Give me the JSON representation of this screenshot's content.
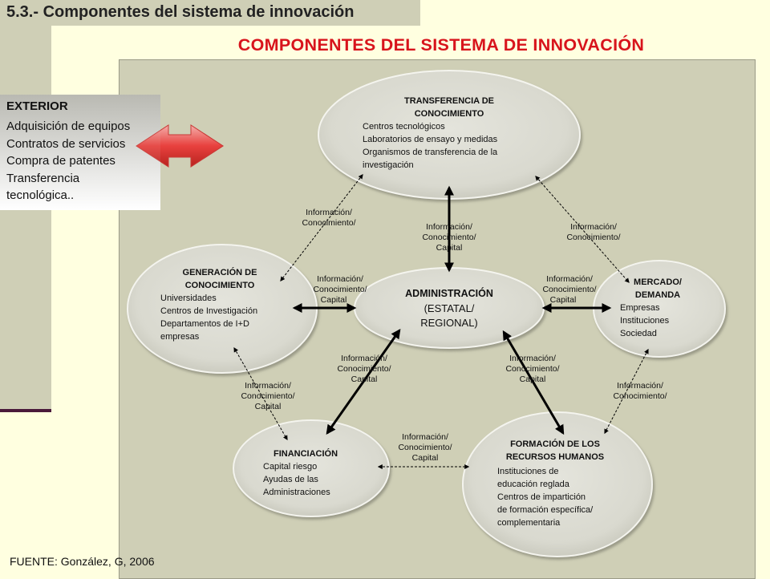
{
  "header": {
    "section_title": "5.3.- Componentes del sistema de innovación"
  },
  "main_title": "COMPONENTES DEL SISTEMA DE INNOVACIÓN",
  "exterior": {
    "title": "EXTERIOR",
    "items": [
      "Adquisición de equipos",
      "Contratos de servicios",
      "Compra de patentes",
      "Transferencia",
      "tecnológica.."
    ]
  },
  "nodes": {
    "transferencia": {
      "title": [
        "TRANSFERENCIA DE",
        "CONOCIMIENTO"
      ],
      "items": [
        "Centros tecnológicos",
        "Laboratorios de ensayo y medidas",
        "Organismos de transferencia de la",
        "investigación"
      ]
    },
    "generacion": {
      "title": [
        "GENERACIÓN DE",
        "CONOCIMIENTO"
      ],
      "items": [
        "Universidades",
        "Centros de Investigación",
        "Departamentos de I+D",
        "empresas"
      ]
    },
    "administracion": {
      "title": "ADMINISTRACIÓN",
      "items": [
        "(ESTATAL/",
        "REGIONAL)"
      ]
    },
    "mercado": {
      "title": [
        "MERCADO/",
        "DEMANDA"
      ],
      "items": [
        "Empresas",
        "Instituciones",
        "Sociedad"
      ]
    },
    "financiacion": {
      "title": "FINANCIACIÓN",
      "items": [
        "Capital riesgo",
        "Ayudas de las",
        "Administraciones"
      ]
    },
    "formacion": {
      "title": [
        "FORMACIÓN DE LOS",
        "RECURSOS HUMANOS"
      ],
      "items": [
        "Instituciones de",
        "educación reglada",
        "Centros de impartición",
        "de formación específica/",
        "complementaria"
      ]
    }
  },
  "flow_labels": {
    "two_part": [
      "Información/",
      "Conocimiento/"
    ],
    "three_part": [
      "Información/",
      "Conocimiento/",
      "Capital"
    ]
  },
  "source": "FUENTE: González, G, 2006",
  "colors": {
    "title_red": "#d8141c",
    "panel": "#cfcfb6",
    "background": "#ffffe0",
    "ellipse": "#d9d9cf",
    "arrow_red": "#e8413e"
  }
}
